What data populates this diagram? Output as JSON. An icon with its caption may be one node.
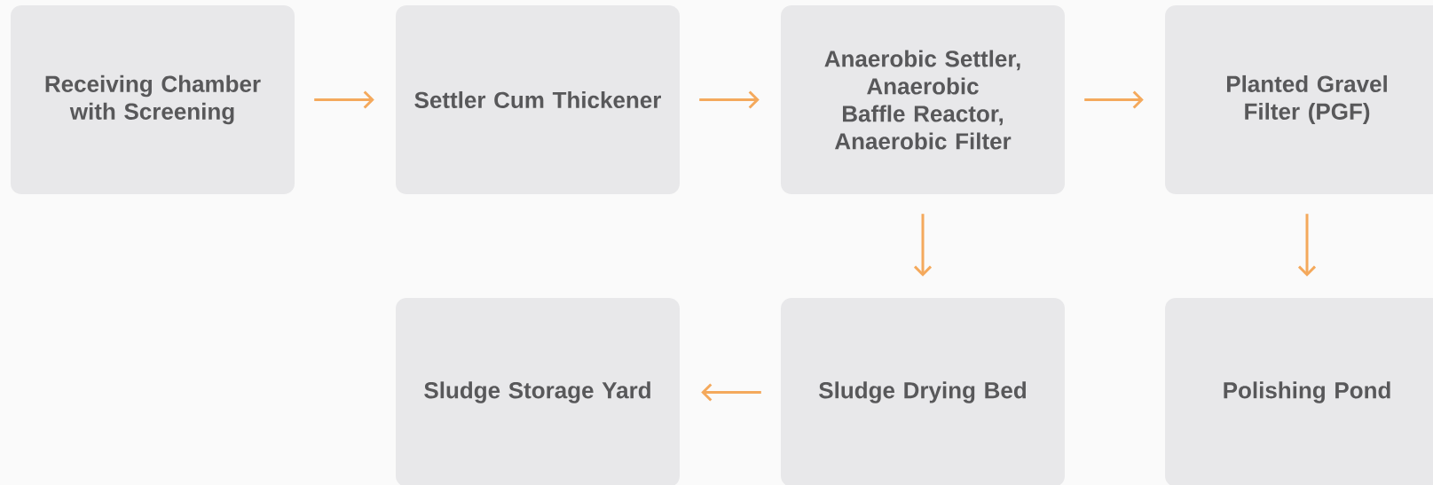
{
  "diagram": {
    "nodes": [
      {
        "text": [
          "Receiving Chamber with Screening"
        ]
      },
      {
        "text": [
          "Settler Cum Thickener"
        ]
      },
      {
        "text": [
          "Anaerobic Settler, Anaerobic Baffle Reactor, Anaerobic Filter"
        ]
      },
      {
        "text": [
          "Planted Gravel Filter (PGF)"
        ]
      },
      {
        "text": [
          "Sludge Storage Yard"
        ]
      },
      {
        "text": [
          "Sludge Drying Bed"
        ]
      },
      {
        "text": [
          "Polishing Pond"
        ]
      }
    ],
    "edges": [
      {
        "from": 0,
        "to": 1,
        "arrow": "to"
      },
      {
        "from": 1,
        "to": 2,
        "arrow": "to"
      },
      {
        "from": 2,
        "to": 3,
        "arrow": "to"
      },
      {
        "from": 2,
        "to": 5,
        "arrow": "to"
      },
      {
        "from": 3,
        "to": 6,
        "arrow": "to"
      },
      {
        "from": 5,
        "to": 4,
        "arrow": "to"
      }
    ]
  }
}
